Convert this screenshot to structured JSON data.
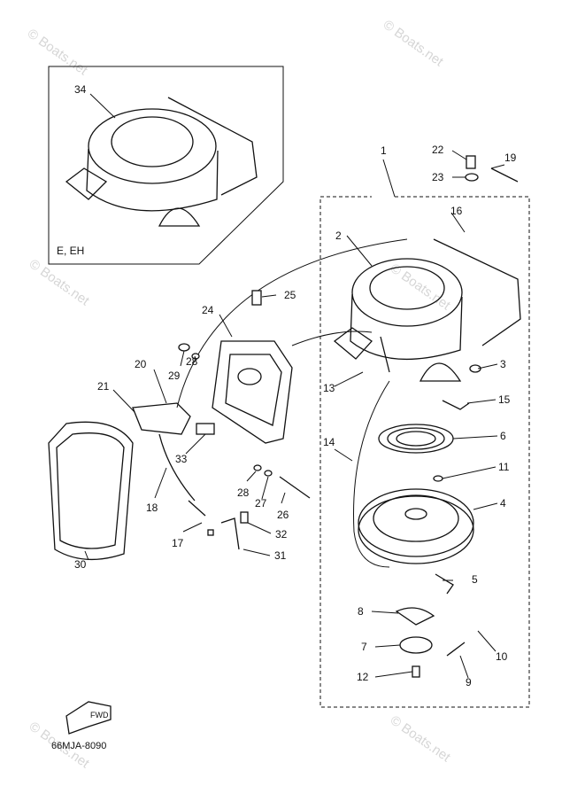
{
  "watermark": "© Boats.net",
  "diagram_code": "66MJA-8090",
  "inset_label": "E, EH",
  "fwd_label": "FWD",
  "callouts": [
    {
      "id": "c1",
      "text": "1"
    },
    {
      "id": "c2",
      "text": "2"
    },
    {
      "id": "c3",
      "text": "3"
    },
    {
      "id": "c4",
      "text": "4"
    },
    {
      "id": "c5",
      "text": "5"
    },
    {
      "id": "c6",
      "text": "6"
    },
    {
      "id": "c7",
      "text": "7"
    },
    {
      "id": "c8",
      "text": "8"
    },
    {
      "id": "c9",
      "text": "9"
    },
    {
      "id": "c10",
      "text": "10"
    },
    {
      "id": "c11",
      "text": "11"
    },
    {
      "id": "c12",
      "text": "12"
    },
    {
      "id": "c13",
      "text": "13"
    },
    {
      "id": "c14",
      "text": "14"
    },
    {
      "id": "c15",
      "text": "15"
    },
    {
      "id": "c16",
      "text": "16"
    },
    {
      "id": "c17",
      "text": "17"
    },
    {
      "id": "c18",
      "text": "18"
    },
    {
      "id": "c19",
      "text": "19"
    },
    {
      "id": "c20",
      "text": "20"
    },
    {
      "id": "c21",
      "text": "21"
    },
    {
      "id": "c22",
      "text": "22"
    },
    {
      "id": "c23",
      "text": "23"
    },
    {
      "id": "c24",
      "text": "24"
    },
    {
      "id": "c25",
      "text": "25"
    },
    {
      "id": "c26",
      "text": "26"
    },
    {
      "id": "c27",
      "text": "27"
    },
    {
      "id": "c28a",
      "text": "28"
    },
    {
      "id": "c28b",
      "text": "28"
    },
    {
      "id": "c29",
      "text": "29"
    },
    {
      "id": "c30",
      "text": "30"
    },
    {
      "id": "c31",
      "text": "31"
    },
    {
      "id": "c32",
      "text": "32"
    },
    {
      "id": "c33",
      "text": "33"
    },
    {
      "id": "c34",
      "text": "34"
    }
  ]
}
